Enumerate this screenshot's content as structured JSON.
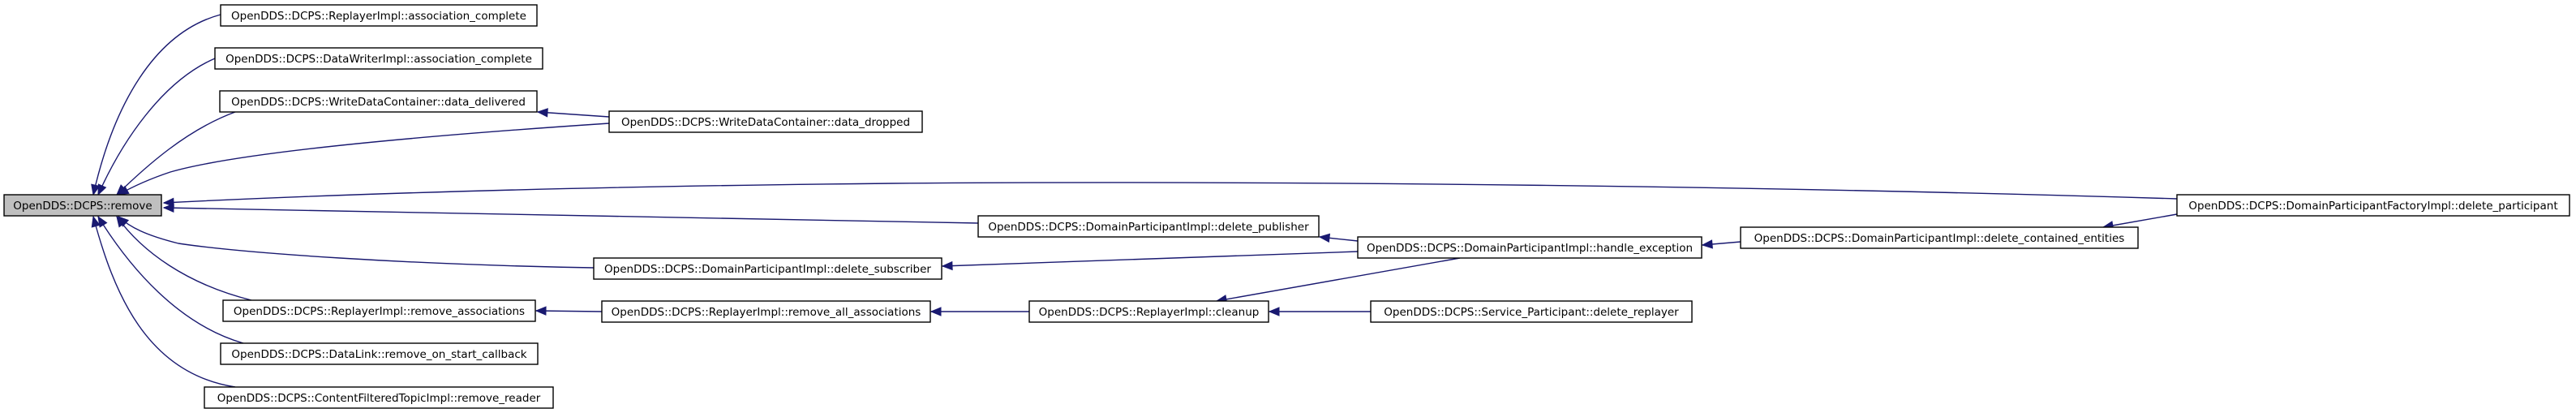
{
  "nodes": [
    {
      "id": "remove",
      "label": "OpenDDS::DCPS::remove",
      "root": true
    },
    {
      "id": "rep_assoc_complete",
      "label": "OpenDDS::DCPS::ReplayerImpl::association_complete"
    },
    {
      "id": "dw_assoc_complete",
      "label": "OpenDDS::DCPS::DataWriterImpl::association_complete"
    },
    {
      "id": "wdc_delivered",
      "label": "OpenDDS::DCPS::WriteDataContainer::data_delivered"
    },
    {
      "id": "wdc_dropped",
      "label": "OpenDDS::DCPS::WriteDataContainer::data_dropped"
    },
    {
      "id": "dpf_delete_participant",
      "label": "OpenDDS::DCPS::DomainParticipantFactoryImpl::delete_participant"
    },
    {
      "id": "dp_delete_publisher",
      "label": "OpenDDS::DCPS::DomainParticipantImpl::delete_publisher"
    },
    {
      "id": "dp_handle_exception",
      "label": "OpenDDS::DCPS::DomainParticipantImpl::handle_exception"
    },
    {
      "id": "dp_delete_contained",
      "label": "OpenDDS::DCPS::DomainParticipantImpl::delete_contained_entities"
    },
    {
      "id": "dp_delete_subscriber",
      "label": "OpenDDS::DCPS::DomainParticipantImpl::delete_subscriber"
    },
    {
      "id": "rep_remove_assocs",
      "label": "OpenDDS::DCPS::ReplayerImpl::remove_associations"
    },
    {
      "id": "rep_remove_all_assocs",
      "label": "OpenDDS::DCPS::ReplayerImpl::remove_all_associations"
    },
    {
      "id": "rep_cleanup",
      "label": "OpenDDS::DCPS::ReplayerImpl::cleanup"
    },
    {
      "id": "sp_delete_replayer",
      "label": "OpenDDS::DCPS::Service_Participant::delete_replayer"
    },
    {
      "id": "dl_remove_on_start",
      "label": "OpenDDS::DCPS::DataLink::remove_on_start_callback"
    },
    {
      "id": "cft_remove_reader",
      "label": "OpenDDS::DCPS::ContentFilteredTopicImpl::remove_reader"
    }
  ],
  "edges": [
    {
      "from": "rep_assoc_complete",
      "to": "remove"
    },
    {
      "from": "dw_assoc_complete",
      "to": "remove"
    },
    {
      "from": "wdc_delivered",
      "to": "remove"
    },
    {
      "from": "wdc_dropped",
      "to": "remove"
    },
    {
      "from": "dpf_delete_participant",
      "to": "remove"
    },
    {
      "from": "dp_delete_publisher",
      "to": "remove"
    },
    {
      "from": "dp_delete_subscriber",
      "to": "remove"
    },
    {
      "from": "rep_remove_assocs",
      "to": "remove"
    },
    {
      "from": "dl_remove_on_start",
      "to": "remove"
    },
    {
      "from": "cft_remove_reader",
      "to": "remove"
    },
    {
      "from": "wdc_dropped",
      "to": "wdc_delivered"
    },
    {
      "from": "dp_handle_exception",
      "to": "dp_delete_publisher"
    },
    {
      "from": "dp_handle_exception",
      "to": "dp_delete_subscriber"
    },
    {
      "from": "dp_delete_contained",
      "to": "dp_handle_exception"
    },
    {
      "from": "dpf_delete_participant",
      "to": "dp_delete_contained"
    },
    {
      "from": "rep_remove_all_assocs",
      "to": "rep_remove_assocs"
    },
    {
      "from": "rep_cleanup",
      "to": "rep_remove_all_assocs"
    },
    {
      "from": "sp_delete_replayer",
      "to": "rep_cleanup"
    },
    {
      "from": "dp_handle_exception",
      "to": "rep_cleanup"
    }
  ]
}
